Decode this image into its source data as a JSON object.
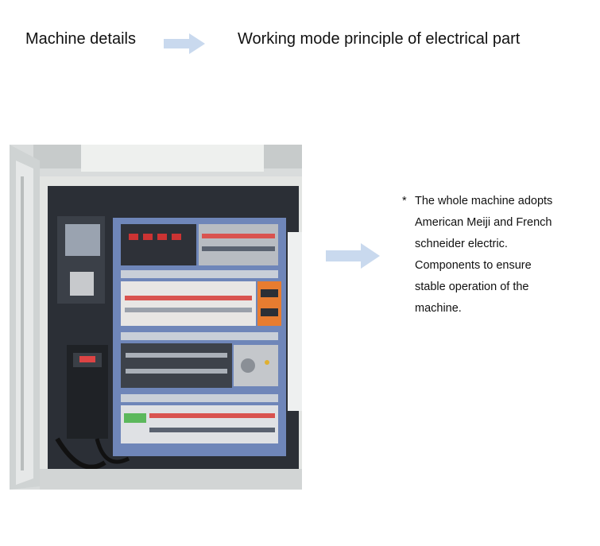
{
  "header": {
    "left_label": "Machine details",
    "right_label": "Working mode principle of electrical part"
  },
  "icons": {
    "header_arrow": "arrow-right-icon",
    "middle_arrow": "arrow-right-icon"
  },
  "colors": {
    "arrow": "#c9d9ee",
    "panel_blue": "#6f86b9",
    "cabinet_grey": "#e3e5e3"
  },
  "description": {
    "bullet": "*",
    "lines": [
      "The whole machine adopts",
      "American Meiji and French",
      "schneider electric.",
      "Components to ensure",
      "stable operation of the",
      "machine."
    ]
  }
}
